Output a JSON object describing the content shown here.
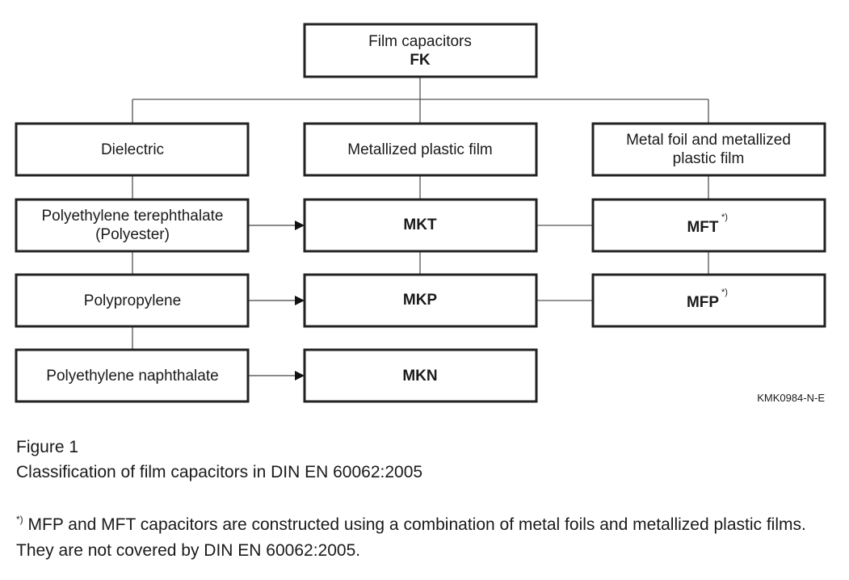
{
  "diagram": {
    "root": {
      "label": "Film capacitors",
      "abbr": "FK"
    },
    "categories": {
      "dielectric": "Dielectric",
      "metallized": "Metallized plastic film",
      "metal_foil": [
        "Metal foil and metallized",
        "plastic film"
      ]
    },
    "dielectrics": [
      [
        "Polyethylene terephthalate",
        "(Polyester)"
      ],
      [
        "Polypropylene"
      ],
      [
        "Polyethylene naphthalate"
      ]
    ],
    "metallized_types": [
      "MKT",
      "MKP",
      "MKN"
    ],
    "foil_types": [
      "MFT",
      "MFP"
    ],
    "footnote_marker": "*)",
    "figure_code": "KMK0984-N-E"
  },
  "caption": {
    "number": "Figure 1",
    "title": "Classification of film capacitors in DIN EN 60062:2005"
  },
  "footnote": {
    "marker": "*)",
    "text": "MFP and MFT capacitors are constructed using a combination of metal foils and metallized plastic films. They are not covered by DIN EN 60062:2005."
  }
}
